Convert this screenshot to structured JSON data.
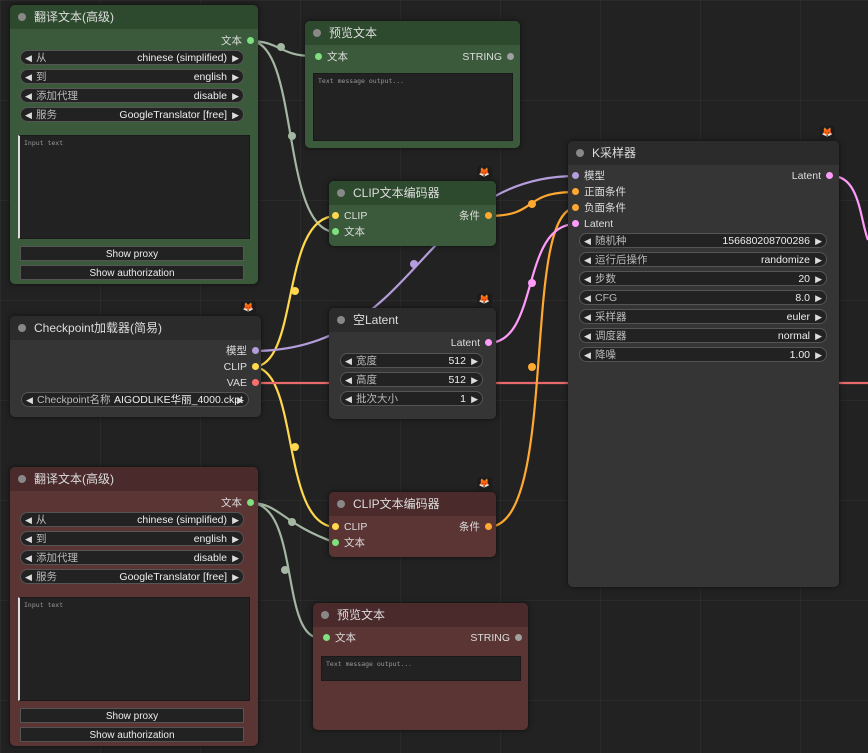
{
  "colors": {
    "clip": "#ffd84d",
    "model": "#b39ddb",
    "latent": "#ff9cf9",
    "vae": "#ff6e6e",
    "conditioning": "#ffa931",
    "string": "#a0a0a0",
    "text": "#7ee07e",
    "green_node": "#3b5a3b",
    "red_node": "#5b3434",
    "grey_node": "#353535"
  },
  "translate_top": {
    "title": "翻译文本(高级)",
    "output_label": "文本",
    "widgets": [
      {
        "label": "从",
        "value": "chinese (simplified)"
      },
      {
        "label": "到",
        "value": "english"
      },
      {
        "label": "添加代理",
        "value": "disable"
      },
      {
        "label": "服务",
        "value": "GoogleTranslator [free]"
      }
    ],
    "placeholder": "Input text",
    "button_proxy": "Show proxy",
    "button_auth": "Show authorization"
  },
  "preview_top": {
    "title": "预览文本",
    "input_label": "文本",
    "output_label": "STRING",
    "placeholder": "Text message output..."
  },
  "clip_pos": {
    "title": "CLIP文本编码器",
    "in_clip": "CLIP",
    "in_text": "文本",
    "out": "条件"
  },
  "ksampler": {
    "title": "K采样器",
    "in_model": "模型",
    "in_pos": "正面条件",
    "in_neg": "负面条件",
    "in_latent": "Latent",
    "out_latent": "Latent",
    "widgets": [
      {
        "label": "随机种",
        "value": "156680208700286"
      },
      {
        "label": "运行后操作",
        "value": "randomize"
      },
      {
        "label": "步数",
        "value": "20"
      },
      {
        "label": "CFG",
        "value": "8.0"
      },
      {
        "label": "采样器",
        "value": "euler"
      },
      {
        "label": "调度器",
        "value": "normal"
      },
      {
        "label": "降噪",
        "value": "1.00"
      }
    ]
  },
  "checkpoint": {
    "title": "Checkpoint加载器(简易)",
    "out_model": "模型",
    "out_clip": "CLIP",
    "out_vae": "VAE",
    "widget_label": "Checkpoint名称",
    "widget_value": "AIGODLIKE华丽_4000.ckpt"
  },
  "empty_latent": {
    "title": "空Latent",
    "out": "Latent",
    "widgets": [
      {
        "label": "宽度",
        "value": "512"
      },
      {
        "label": "高度",
        "value": "512"
      },
      {
        "label": "批次大小",
        "value": "1"
      }
    ]
  },
  "translate_bottom": {
    "title": "翻译文本(高级)",
    "output_label": "文本",
    "widgets": [
      {
        "label": "从",
        "value": "chinese (simplified)"
      },
      {
        "label": "到",
        "value": "english"
      },
      {
        "label": "添加代理",
        "value": "disable"
      },
      {
        "label": "服务",
        "value": "GoogleTranslator [free]"
      }
    ],
    "placeholder": "Input text",
    "button_proxy": "Show proxy",
    "button_auth": "Show authorization"
  },
  "clip_neg": {
    "title": "CLIP文本编码器",
    "in_clip": "CLIP",
    "in_text": "文本",
    "out": "条件"
  },
  "preview_bottom": {
    "title": "预览文本",
    "input_label": "文本",
    "output_label": "STRING",
    "placeholder": "Text message output..."
  }
}
